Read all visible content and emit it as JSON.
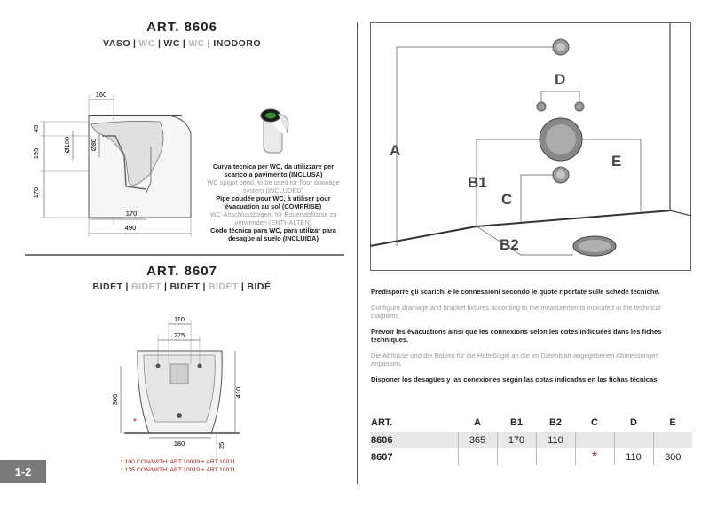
{
  "art_8606": {
    "title": "ART. 8606",
    "names": [
      "VASO",
      "WC",
      "WC",
      "WC",
      "INODORO"
    ],
    "dims": {
      "top": "160",
      "h1": "45",
      "h2": "195",
      "h3": "170",
      "d1": "Ø100",
      "d2": "Ø80",
      "bottom_inner": "170",
      "bottom_total": "490"
    },
    "caption": [
      {
        "text": "Curva tecnica per WC, da utilizzare per scarico a pavimento (INCLUSA)",
        "style": "b"
      },
      {
        "text": "WC spigot bend, to be used for floor drainage system (INCLUDED)",
        "style": "g"
      },
      {
        "text": "Pipe coudée pour WC, à utiliser pour évacuation au sol (COMPRISE)",
        "style": "b"
      },
      {
        "text": "WC-Anschlussbogen, für Bodenabflüsse zu verwenden (ENTHALTEN)",
        "style": "g"
      },
      {
        "text": "Codo técnica para WC, para utilizar para desagüe al suelo (INCLUIDA)",
        "style": "b"
      }
    ]
  },
  "art_8607": {
    "title": "ART. 8607",
    "names": [
      "BIDET",
      "BIDET",
      "BIDET",
      "BIDET",
      "BIDÉ"
    ],
    "dims": {
      "top1": "110",
      "top2": "275",
      "left": "300",
      "right": "410",
      "bottom": "180",
      "bottom_right": "25",
      "star": "*"
    },
    "footnotes": [
      "* 100 CON/WITH: ART.10009 + ART.10011",
      "* 135 CON/WITH: ART.10019 + ART.10011"
    ]
  },
  "wall_labels": {
    "a": "A",
    "b1": "B1",
    "b2": "B2",
    "c": "C",
    "d": "D",
    "e": "E"
  },
  "notes": [
    {
      "text": "Predisporre gli scarichi e le connessioni secondo le quote riportate sulle schede tecniche.",
      "style": "b"
    },
    {
      "text": "Configure drainage and bracket fixtures according to the measurements indicated in the technical diagrams.",
      "style": "g"
    },
    {
      "text": "Prévoir les évacuations ainsi que les connexions selon les cotes indiquées dans les fiches techniques.",
      "style": "b"
    },
    {
      "text": "Die Abflüsse und die Bolzen für die Haltebügel an die im Datenblatt angegebenen Abmessungen anpassen.",
      "style": "g"
    },
    {
      "text": "Disponer los desagües y las conexiones según las cotas indicadas en las fichas técnicas.",
      "style": "b"
    }
  ],
  "table": {
    "headers": [
      "ART.",
      "A",
      "B1",
      "B2",
      "C",
      "D",
      "E"
    ],
    "rows": [
      [
        "8606",
        "365",
        "170",
        "110",
        "",
        "",
        ""
      ],
      [
        "8607",
        "",
        "",
        "",
        "*",
        "110",
        "300"
      ]
    ]
  },
  "page_tab": "1-2"
}
